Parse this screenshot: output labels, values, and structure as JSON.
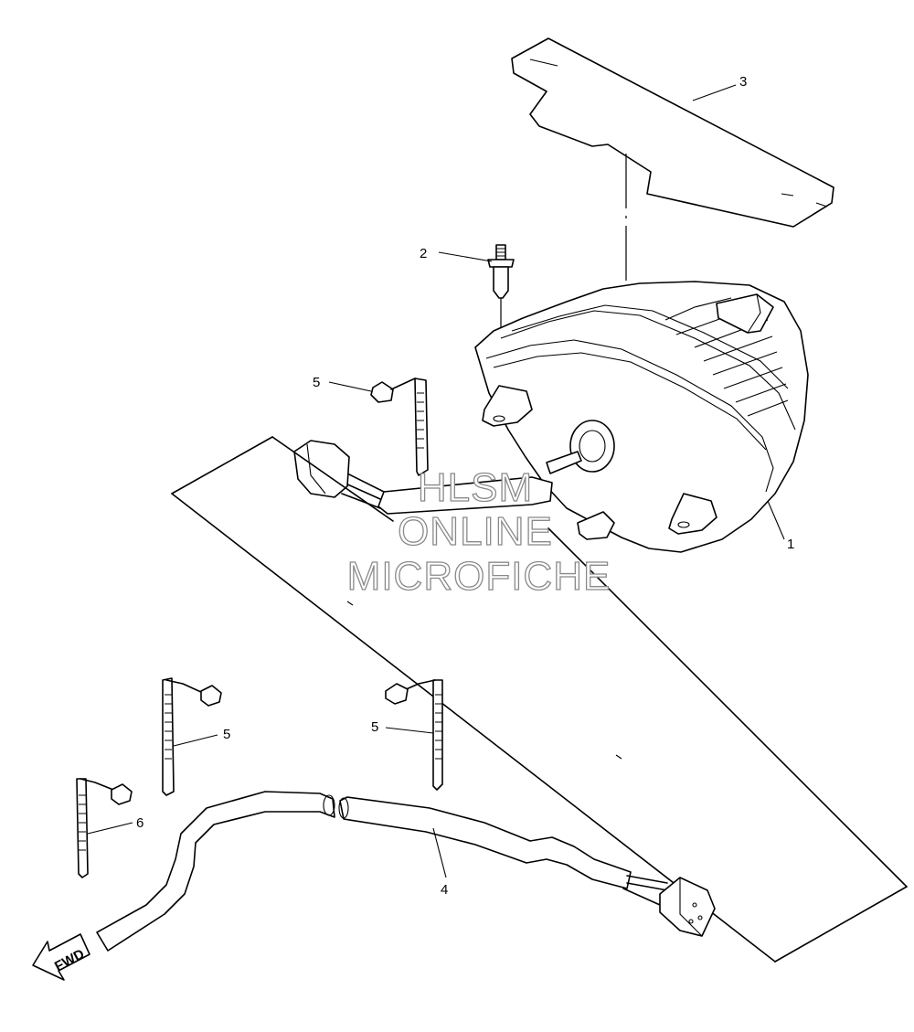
{
  "callouts": {
    "part1": "1",
    "part2": "2",
    "part3": "3",
    "part4": "4",
    "part5_a": "5",
    "part5_b": "5",
    "part5_c": "5",
    "part6": "6"
  },
  "watermark": {
    "line1": "HLSM",
    "line2": "ONLINE",
    "line3": "MICROFICHE"
  },
  "direction_arrow": {
    "label": "FWD",
    "icon": "forward-arrow-icon"
  }
}
